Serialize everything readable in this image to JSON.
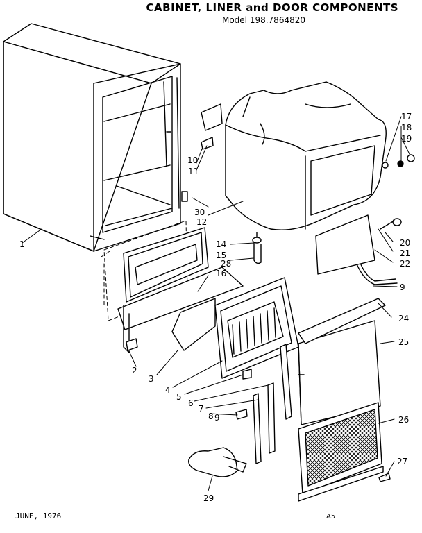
{
  "header": {
    "title": "CABINET, LINER and DOOR COMPONENTS",
    "model": "Model 198.7864820"
  },
  "footer": {
    "date": "JUNE, 1976",
    "code": "A5"
  },
  "callouts": [
    {
      "id": "c1",
      "label": "1"
    },
    {
      "id": "c2",
      "label": "2"
    },
    {
      "id": "c3",
      "label": "3"
    },
    {
      "id": "c4",
      "label": "4"
    },
    {
      "id": "c5",
      "label": "5"
    },
    {
      "id": "c6",
      "label": "6"
    },
    {
      "id": "c7",
      "label": "7"
    },
    {
      "id": "c8",
      "label": "8"
    },
    {
      "id": "c9a",
      "label": "9"
    },
    {
      "id": "c9b",
      "label": "9"
    },
    {
      "id": "c10",
      "label": "10"
    },
    {
      "id": "c11",
      "label": "11"
    },
    {
      "id": "c12",
      "label": "12"
    },
    {
      "id": "c14",
      "label": "14"
    },
    {
      "id": "c15",
      "label": "15"
    },
    {
      "id": "c16",
      "label": "16"
    },
    {
      "id": "c17",
      "label": "17"
    },
    {
      "id": "c18",
      "label": "18"
    },
    {
      "id": "c19",
      "label": "19"
    },
    {
      "id": "c20",
      "label": "20"
    },
    {
      "id": "c21",
      "label": "21"
    },
    {
      "id": "c22",
      "label": "22"
    },
    {
      "id": "c24",
      "label": "24"
    },
    {
      "id": "c25",
      "label": "25"
    },
    {
      "id": "c26",
      "label": "26"
    },
    {
      "id": "c27",
      "label": "27"
    },
    {
      "id": "c28",
      "label": "28"
    },
    {
      "id": "c29",
      "label": "29"
    },
    {
      "id": "c30",
      "label": "30"
    }
  ]
}
